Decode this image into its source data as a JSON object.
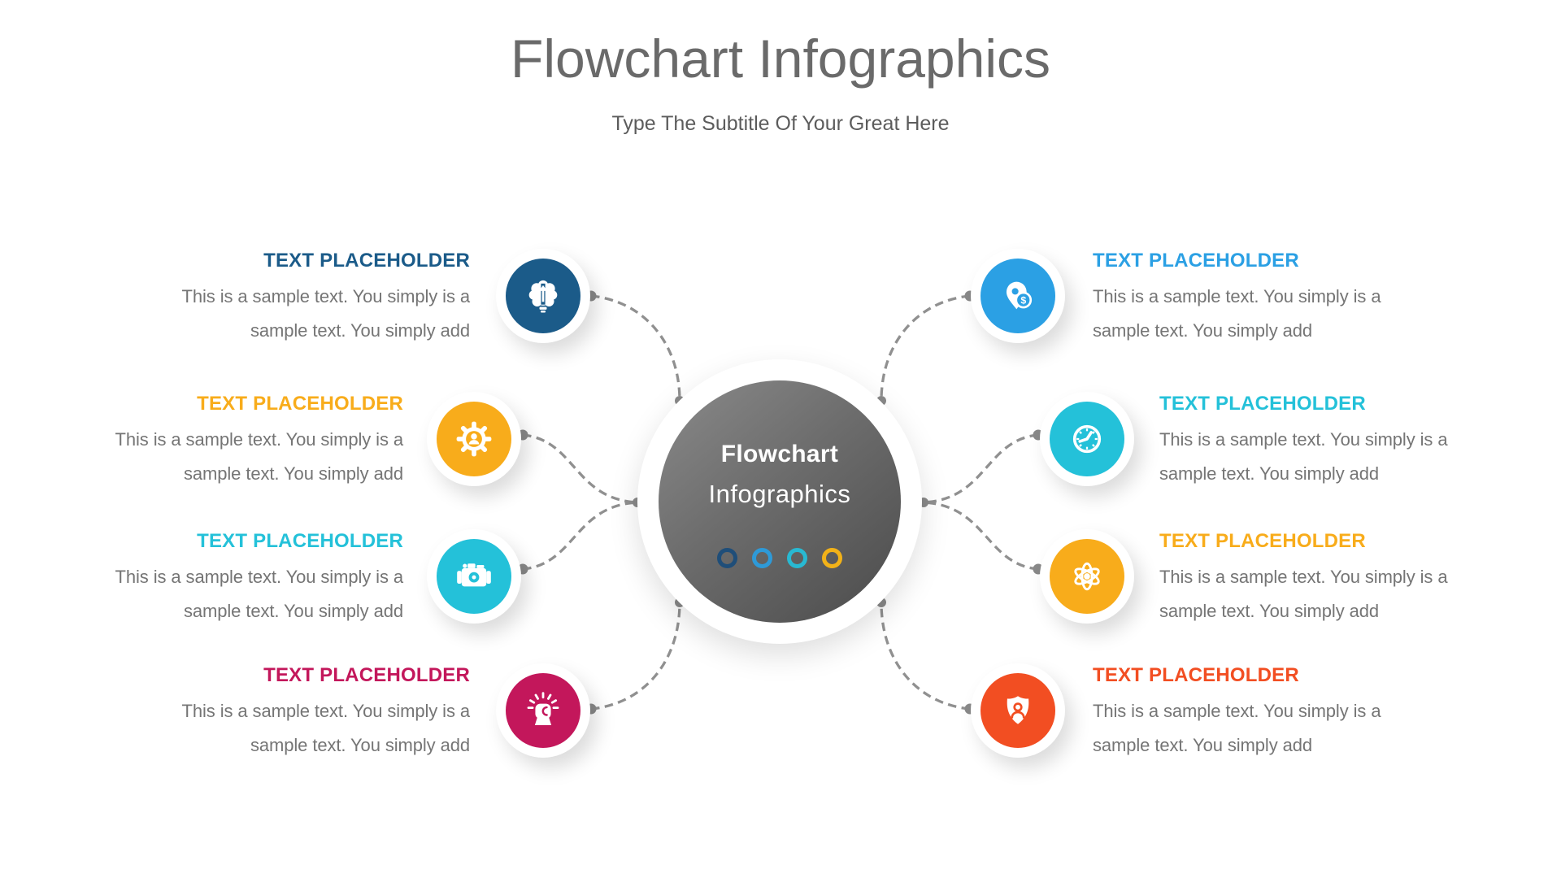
{
  "header": {
    "title": "Flowchart Infographics",
    "subtitle": "Type The Subtitle Of Your Great Here"
  },
  "center": {
    "line1": "Flowchart",
    "line2": "Infographics",
    "rings": [
      "#1F4E79",
      "#2E9AD8",
      "#28B9D2",
      "#F2B218"
    ]
  },
  "connector_style": {
    "line_color": "#909090",
    "dot_color": "#898989"
  },
  "nodes": [
    {
      "position": "top-left",
      "icon": "brain-arrow-icon",
      "color": "#1B5B89",
      "title": "TEXT PLACEHOLDER",
      "body": [
        "This is a sample text. You simply is a",
        "sample text. You simply add"
      ]
    },
    {
      "position": "middle-left-upper",
      "icon": "gear-user-icon",
      "color": "#F8AC1B",
      "title": "TEXT PLACEHOLDER",
      "body": [
        "This is a sample text. You simply is a",
        "sample text. You simply add"
      ]
    },
    {
      "position": "middle-left-lower",
      "icon": "camera-icon",
      "color": "#24C1D9",
      "title": "TEXT PLACEHOLDER",
      "body": [
        "This is a sample text. You simply is a",
        "sample text. You simply add"
      ]
    },
    {
      "position": "bottom-left",
      "icon": "fist-rays-icon",
      "color": "#C3175B",
      "title": "TEXT PLACEHOLDER",
      "body": [
        "This is a sample text. You simply is a",
        "sample text. You simply add"
      ]
    },
    {
      "position": "top-right",
      "icon": "map-pin-dollar-icon",
      "color": "#2BA0E4",
      "title": "TEXT PLACEHOLDER",
      "body": [
        "This is a sample text. You simply is a",
        "sample text. You simply add"
      ]
    },
    {
      "position": "middle-right-upper",
      "icon": "clock-icon",
      "color": "#24C1D9",
      "title": "TEXT PLACEHOLDER",
      "body": [
        "This is a sample text. You simply is a",
        "sample text. You simply add"
      ]
    },
    {
      "position": "middle-right-lower",
      "icon": "atom-icon",
      "color": "#F8AC1B",
      "title": "TEXT PLACEHOLDER",
      "body": [
        "This is a sample text. You simply is a",
        "sample text. You simply add"
      ]
    },
    {
      "position": "bottom-right",
      "icon": "shield-user-icon",
      "color": "#F24E22",
      "title": "TEXT PLACEHOLDER",
      "body": [
        "This is a sample text. You simply is a",
        "sample text. You simply add"
      ]
    }
  ]
}
